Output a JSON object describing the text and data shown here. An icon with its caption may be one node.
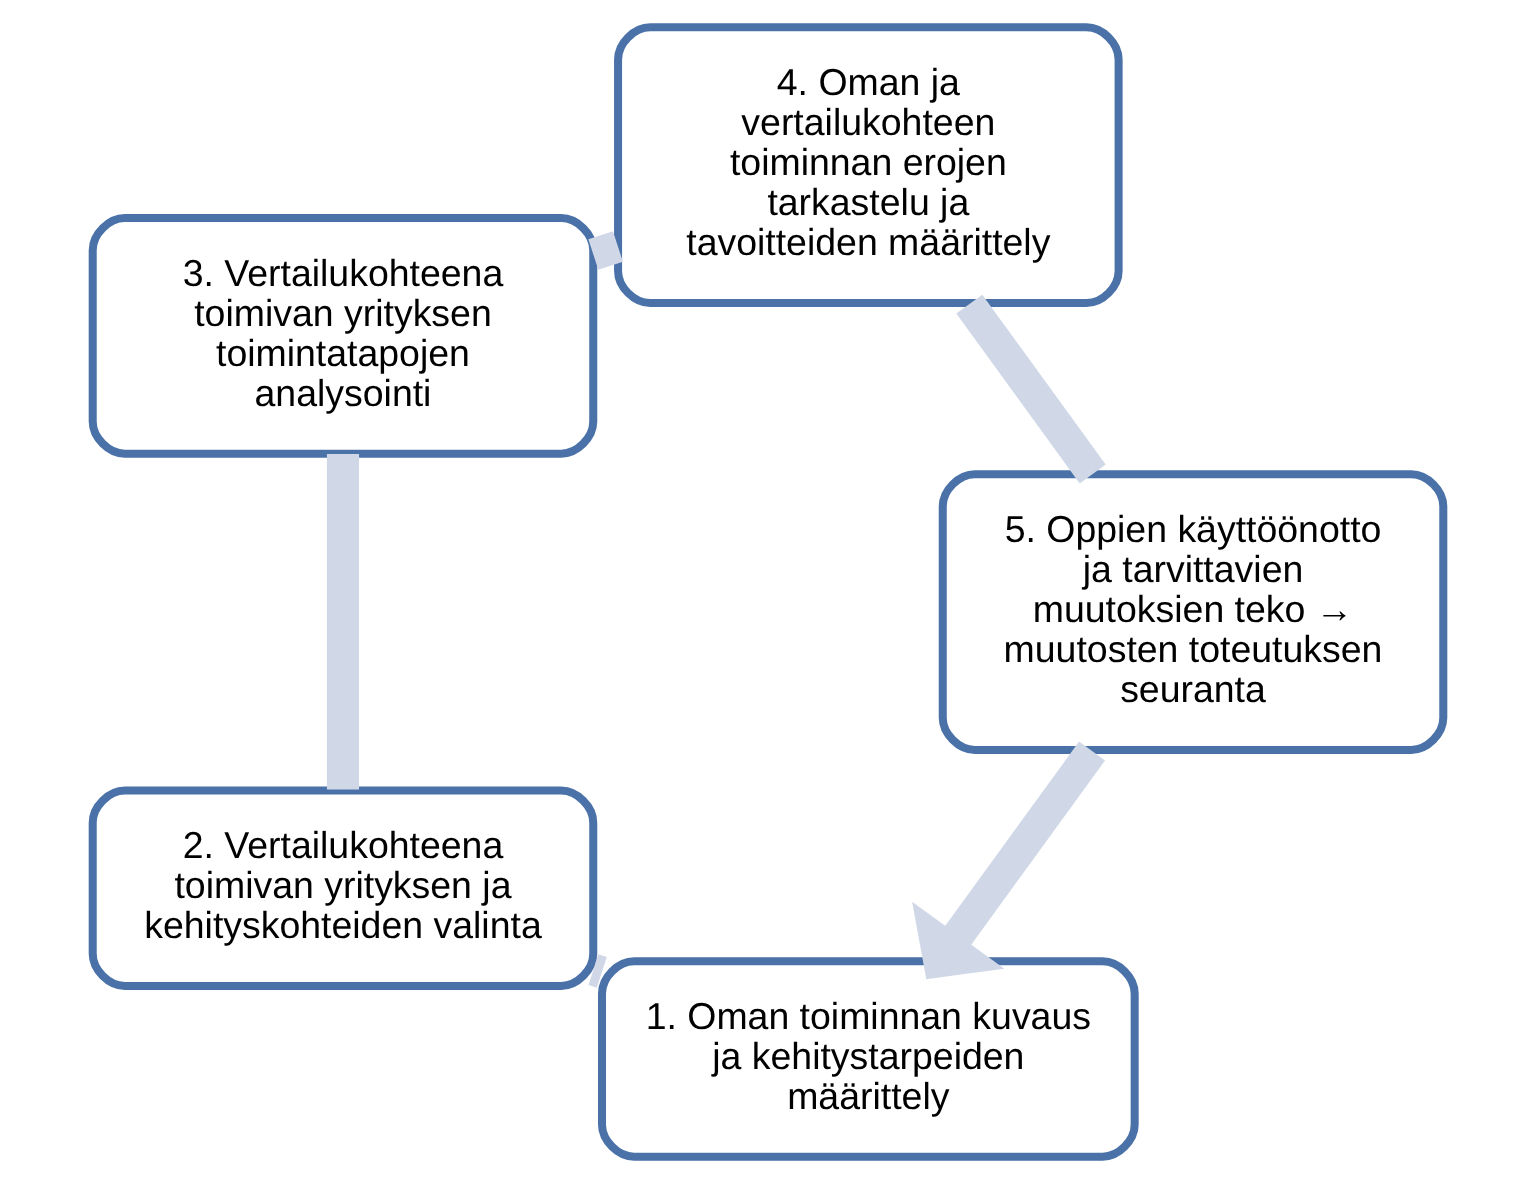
{
  "diagram": {
    "nodes": [
      {
        "text": [
          "1. Oman toiminnan kuvaus ja kehitystarpeiden määrittely"
        ]
      },
      {
        "text": [
          "2. Vertailukohteena toimivan yrityksen ja kehityskohteiden valinta"
        ]
      },
      {
        "text": [
          "3. Vertailukohteena toimivan yrityksen toimintatapojen analysointi"
        ]
      },
      {
        "text": [
          "4. Oman ja vertailukohteen toiminnan erojen tarkastelu ja tavoitteiden määrittely"
        ]
      },
      {
        "text": [
          "5. Oppien käyttöönotto ja tarvittavien muutoksien teko → muutosten toteutuksen seuranta"
        ]
      }
    ],
    "edges": [
      {
        "from": 0,
        "to": 1,
        "arrow": "none"
      },
      {
        "from": 1,
        "to": 2,
        "arrow": "none"
      },
      {
        "from": 2,
        "to": 3,
        "arrow": "none"
      },
      {
        "from": 3,
        "to": 4,
        "arrow": "none"
      },
      {
        "from": 4,
        "to": 0,
        "arrow": "to"
      }
    ]
  }
}
